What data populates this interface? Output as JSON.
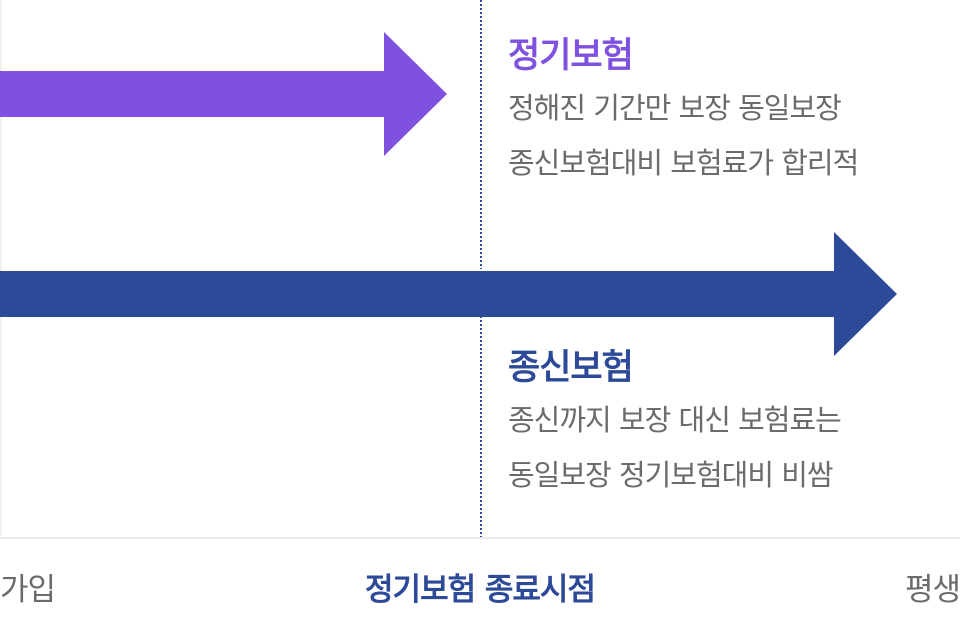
{
  "colors": {
    "term_arrow": "#7f51df",
    "whole_arrow": "#2c4a98",
    "divider": "#2d4a98",
    "body_text": "#6b6b6b"
  },
  "term_insurance": {
    "title": "정기보험",
    "lines": [
      "정해진 기간만 보장 동일보장",
      "종신보험대비 보험료가 합리적"
    ]
  },
  "whole_life_insurance": {
    "title": "종신보험",
    "lines": [
      "종신까지 보장 대신 보험료는",
      "동일보장 정기보험대비 비쌈"
    ]
  },
  "timeline": {
    "start": "가입",
    "middle": "정기보험 종료시점",
    "end": "평생"
  }
}
